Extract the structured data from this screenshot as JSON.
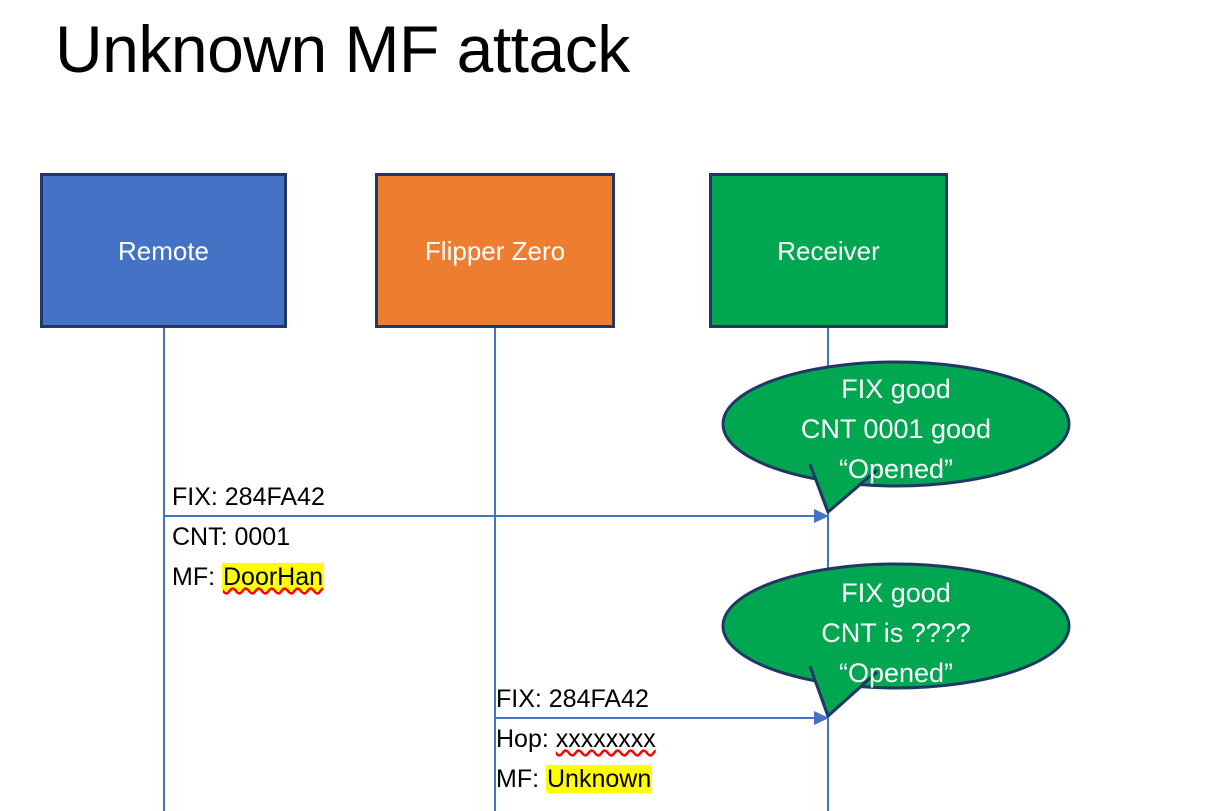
{
  "slide": {
    "title": "Unknown MF attack",
    "background_color": "#FFFFFF"
  },
  "colors": {
    "remote_box": "#4472C4",
    "flipper_box": "#ED7D31",
    "receiver_box": "#00A650",
    "callout_fill": "#00A650",
    "shape_outline": "#1F3864",
    "lifeline": "#4472C4",
    "arrow": "#4472C4",
    "highlight": "#FFFF00",
    "spellcheck_underline": "#FF0000",
    "box_label_text": "#FFFFFF",
    "body_text": "#000000"
  },
  "actors": [
    {
      "id": "remote",
      "label": "Remote"
    },
    {
      "id": "flipper",
      "label": "Flipper Zero"
    },
    {
      "id": "receiver",
      "label": "Receiver"
    }
  ],
  "messages": [
    {
      "id": "remote-to-receiver",
      "from": "remote",
      "to": "receiver",
      "line1": "FIX: 284FA42",
      "line2_label": "CNT: ",
      "line2_value": "0001",
      "line3_label": "MF: ",
      "line3_value": "DoorHan"
    },
    {
      "id": "flipper-to-receiver",
      "from": "flipper",
      "to": "receiver",
      "line1": "FIX: 284FA42",
      "line2_label": "Hop: ",
      "line2_value": "xxxxxxxx",
      "line3_label": "MF: ",
      "line3_value": "Unknown"
    }
  ],
  "callouts": [
    {
      "id": "first",
      "line1": "FIX good",
      "line2": "CNT 0001 good",
      "line3": "“Opened”"
    },
    {
      "id": "second",
      "line1": "FIX good",
      "line2": "CNT is ????",
      "line3": "“Opened”"
    }
  ]
}
